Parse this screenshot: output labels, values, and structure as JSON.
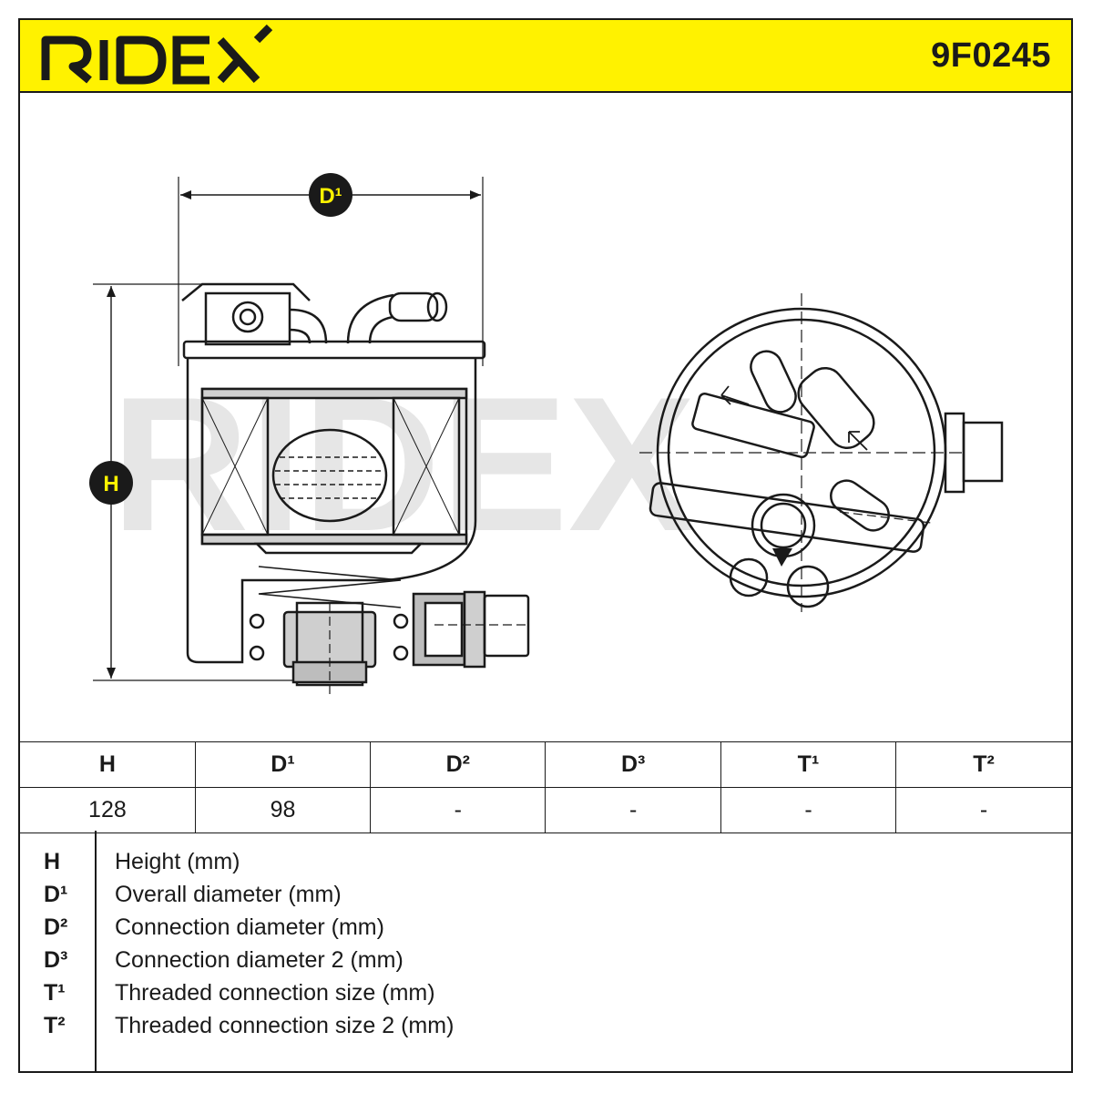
{
  "header": {
    "brand": "RIDEX",
    "part_number": "9F0245"
  },
  "colors": {
    "header_bg": "#fff200",
    "ink": "#1a1a1a",
    "watermark": "#e6e6e6"
  },
  "drawing": {
    "dim_d1": "D¹",
    "dim_h": "H",
    "watermark": "RIDEX"
  },
  "specs": {
    "headers": [
      "H",
      "D¹",
      "D²",
      "D³",
      "T¹",
      "T²"
    ],
    "values": [
      "128",
      "98",
      "-",
      "-",
      "-",
      "-"
    ]
  },
  "legend": [
    {
      "code": "H",
      "desc": "Height (mm)"
    },
    {
      "code": "D¹",
      "desc": "Overall diameter (mm)"
    },
    {
      "code": "D²",
      "desc": "Connection diameter (mm)"
    },
    {
      "code": "D³",
      "desc": "Connection diameter 2 (mm)"
    },
    {
      "code": "T¹",
      "desc": "Threaded connection size (mm)"
    },
    {
      "code": "T²",
      "desc": "Threaded connection size 2 (mm)"
    }
  ]
}
